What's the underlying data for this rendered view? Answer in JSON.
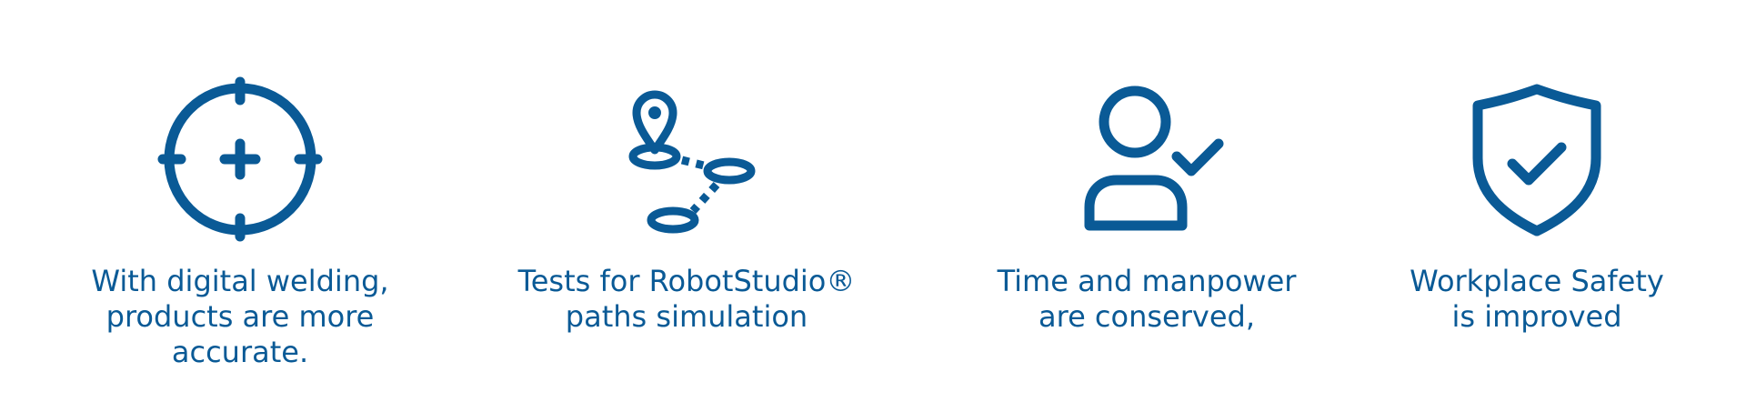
{
  "theme": {
    "accent": "#0a5a96",
    "background": "#ffffff"
  },
  "features": [
    {
      "icon": "target-crosshair-icon",
      "lines": [
        "With digital welding,",
        "products are more",
        "accurate."
      ]
    },
    {
      "icon": "route-map-pin-icon",
      "lines": [
        "Tests for RobotStudio®",
        "paths simulation"
      ]
    },
    {
      "icon": "user-checkmark-icon",
      "lines": [
        "Time and manpower",
        "are conserved,"
      ]
    },
    {
      "icon": "shield-checkmark-icon",
      "lines": [
        "Workplace Safety",
        "is improved"
      ]
    }
  ]
}
